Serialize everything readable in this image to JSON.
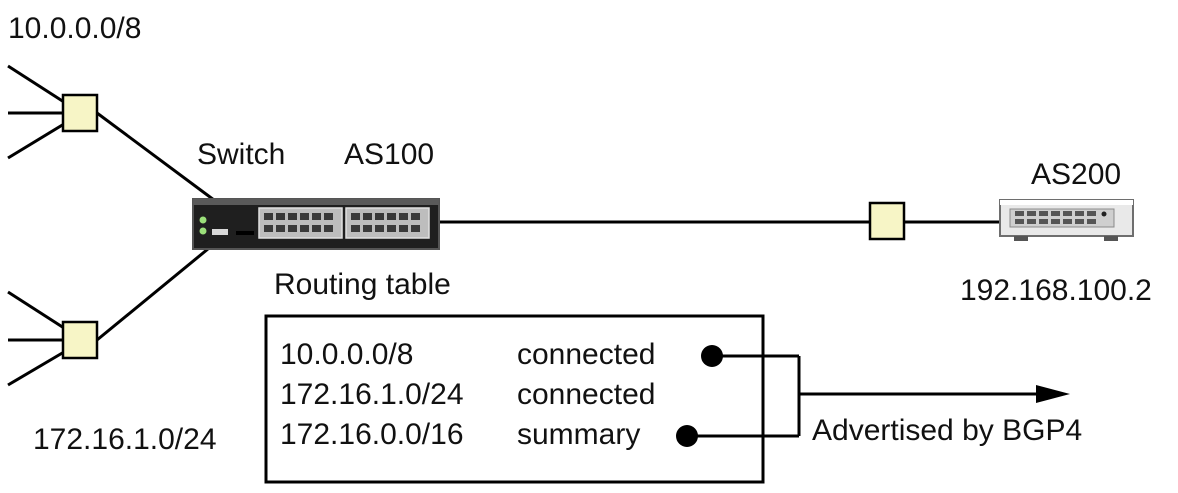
{
  "networks": {
    "top": "10.0.0.0/8",
    "bottom": "172.16.1.0/24"
  },
  "switch": {
    "label": "Switch",
    "as_label": "AS100"
  },
  "peer": {
    "as_label": "AS200",
    "ip": "192.168.100.2"
  },
  "routing_table": {
    "title": "Routing table",
    "rows": [
      {
        "network": "10.0.0.0/8",
        "type": "connected"
      },
      {
        "network": "172.16.1.0/24",
        "type": "connected"
      },
      {
        "network": "172.16.0.0/16",
        "type": "summary"
      }
    ]
  },
  "advertised_label": "Advertised by BGP4",
  "colors": {
    "hub_fill": "#f7f5c6",
    "line": "#000000",
    "switch_body": "#2b2b2b",
    "router_body": "#e8e8e8"
  }
}
